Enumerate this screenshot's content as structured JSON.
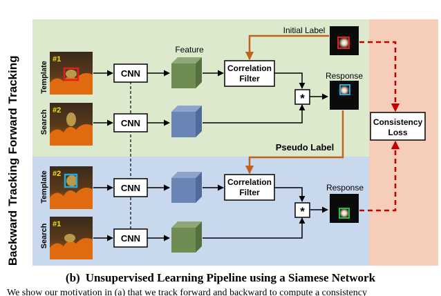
{
  "sections": {
    "forward": {
      "line1": "Forward",
      "line2": "Tracking"
    },
    "backward": {
      "line1": "Backward",
      "line2": "Tracking"
    }
  },
  "rows": {
    "forward_template": {
      "label": "Template",
      "frame_tag": "#1"
    },
    "forward_search": {
      "label": "Search",
      "frame_tag": "#2"
    },
    "backward_template": {
      "label": "Template",
      "frame_tag": "#2"
    },
    "backward_search": {
      "label": "Search",
      "frame_tag": "#1"
    }
  },
  "cnn_label": "CNN",
  "feature_label": "Feature",
  "correlation_filter": {
    "line1": "Correlation",
    "line2": "Filter"
  },
  "multiply_symbol": "*",
  "response_label": "Response",
  "initial_label": "Initial Label",
  "pseudo_label": "Pseudo Label",
  "consistency_loss": {
    "line1": "Consistency",
    "line2": "Loss"
  },
  "caption": {
    "prefix": "(b)",
    "text": "Unsupervised Learning Pipeline using a Siamese Network"
  },
  "body_text_fragment": "We show our motivation in (a) that we track forward and backward to compute a consistency",
  "colors": {
    "forward_bg": "#dce9cd",
    "backward_bg": "#c8d9ee",
    "loss_bg": "#f6cdb8",
    "feature_green": "#6f8c53",
    "feature_blue": "#6b84b6",
    "orange_arrow": "#c0621c",
    "red_dashed": "#c00000",
    "template_box_red": "#e02020",
    "template_box_blue": "#2aa8d8",
    "response_box_blue": "#2aa8d8",
    "response_box_green": "#20c040",
    "tag_yellow": "#f2e600"
  }
}
